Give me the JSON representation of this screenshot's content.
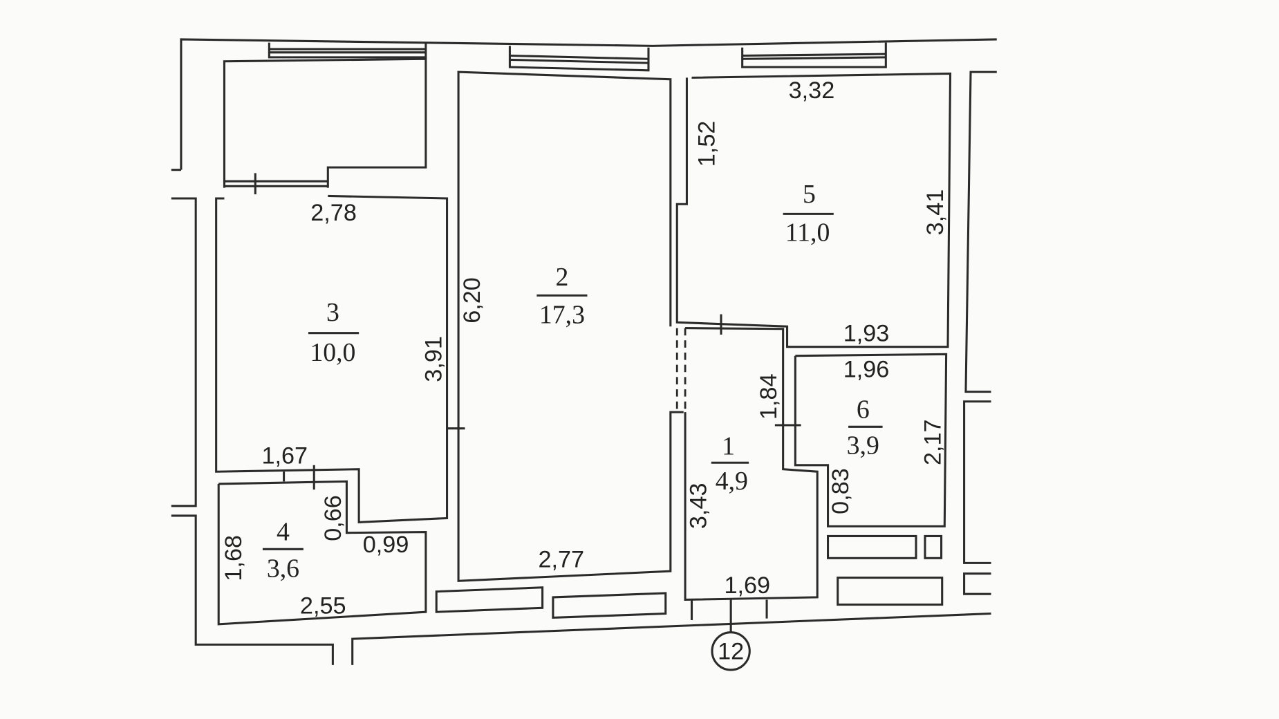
{
  "plan": {
    "rooms": [
      {
        "number": "1",
        "area": "4,9"
      },
      {
        "number": "2",
        "area": "17,3"
      },
      {
        "number": "3",
        "area": "10,0"
      },
      {
        "number": "4",
        "area": "3,6"
      },
      {
        "number": "5",
        "area": "11,0"
      },
      {
        "number": "6",
        "area": "3,9"
      }
    ],
    "dimensions": {
      "r5_top": "3,32",
      "r5_left": "1,52",
      "r5_right": "3,41",
      "r5_bottom": "1,93",
      "r3_top": "2,78",
      "r3_right": "3,91",
      "r3_bottom": "1,67",
      "r2_left": "6,20",
      "r2_bottom": "2,77",
      "r6_top": "1,96",
      "r6_right": "2,17",
      "r6_left": "0,83",
      "r1_right": "1,84",
      "r1_left": "3,43",
      "r1_bottom": "1,69",
      "r4_left": "1,68",
      "r4_top": "0,66",
      "r4_right": "0,99",
      "r4_bottom": "2,55"
    },
    "axis_marker": "12"
  }
}
